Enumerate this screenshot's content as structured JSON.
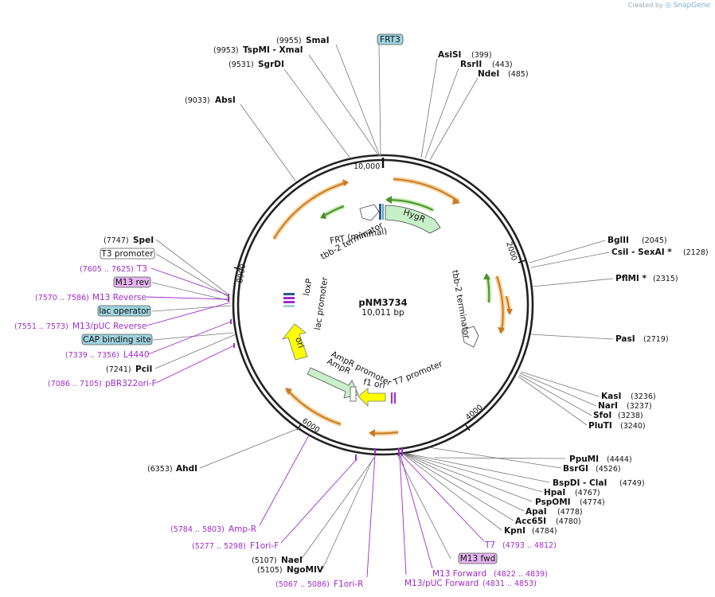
{
  "credit": {
    "prefix": "Created by",
    "brand": "SnapGene"
  },
  "plasmid": {
    "name": "pNM3734",
    "length": "10,011 bp"
  },
  "ticks": [
    "10,000",
    "2000",
    "4000",
    "6000",
    "8000"
  ],
  "sites_right": [
    {
      "name": "AsiSI",
      "pos": "(399)"
    },
    {
      "name": "RsrII",
      "pos": "(443)"
    },
    {
      "name": "NdeI",
      "pos": "(485)"
    },
    {
      "name": "BglII",
      "pos": "(2045)"
    },
    {
      "name": "CsiI - SexAI *",
      "pos": "(2128)"
    },
    {
      "name": "PflMI *",
      "pos": "(2315)"
    },
    {
      "name": "PasI",
      "pos": "(2719)"
    },
    {
      "name": "KasI",
      "pos": "(3236)"
    },
    {
      "name": "NarI",
      "pos": "(3237)"
    },
    {
      "name": "SfoI",
      "pos": "(3238)"
    },
    {
      "name": "PluTI",
      "pos": "(3240)"
    },
    {
      "name": "PpuMI",
      "pos": "(4444)"
    },
    {
      "name": "BsrGI",
      "pos": "(4526)"
    },
    {
      "name": "BspDI - ClaI",
      "pos": "(4749)"
    },
    {
      "name": "HpaI",
      "pos": "(4767)"
    },
    {
      "name": "PspOMI",
      "pos": "(4774)"
    },
    {
      "name": "ApaI",
      "pos": "(4778)"
    },
    {
      "name": "Acc65I",
      "pos": "(4780)"
    },
    {
      "name": "KpnI",
      "pos": "(4784)"
    }
  ],
  "sites_left": [
    {
      "name": "SmaI",
      "pos": "(9955)"
    },
    {
      "name": "TspMI - XmaI",
      "pos": "(9953)"
    },
    {
      "name": "SgrDI",
      "pos": "(9531)"
    },
    {
      "name": "AbsI",
      "pos": "(9033)"
    },
    {
      "name": "SpeI",
      "pos": "(7747)"
    },
    {
      "name": "PciI",
      "pos": "(7241)"
    },
    {
      "name": "AhdI",
      "pos": "(6353)"
    },
    {
      "name": "NaeI",
      "pos": "(5107)"
    },
    {
      "name": "NgoMIV",
      "pos": "(5105)"
    }
  ],
  "primers": [
    {
      "name": "T3",
      "pos": "(7605 .. 7625)"
    },
    {
      "name": "M13 Reverse",
      "pos": "(7570 .. 7586)"
    },
    {
      "name": "M13/pUC Reverse",
      "pos": "(7551 .. 7573)"
    },
    {
      "name": "L4440",
      "pos": "(7339 .. 7356)"
    },
    {
      "name": "pBR322ori-F",
      "pos": "(7086 .. 7105)"
    },
    {
      "name": "Amp-R",
      "pos": "(5784 .. 5803)"
    },
    {
      "name": "F1ori-F",
      "pos": "(5277 .. 5298)"
    },
    {
      "name": "F1ori-R",
      "pos": "(5067 .. 5086)"
    },
    {
      "name": "M13/pUC Forward",
      "pos": "(4831 .. 4853)"
    },
    {
      "name": "M13 Forward",
      "pos": "(4822 .. 4839)"
    },
    {
      "name": "T7",
      "pos": "(4793 .. 4812)"
    }
  ],
  "boxes": {
    "frt3": "FRT3",
    "t3_promoter": "T3 promoter",
    "m13_rev": "M13 rev",
    "lac_operator": "lac operator",
    "cap_site": "CAP binding site",
    "m13_fwd": "M13 fwd"
  },
  "features": {
    "hygr": "HygR",
    "frt_minimal": "FRT (minimal)",
    "tbb2_term_left": "tbb-2 terminator",
    "tbb2_term_right": "tbb-2 terminator",
    "loxp": "loxP",
    "lac_promoter": "lac promoter",
    "ori": "ori",
    "ampr_promoter": "AmpR promoter",
    "ampr": "AmpR",
    "f1_ori": "f1 ori",
    "t7_promoter": "T7 promoter"
  },
  "colors": {
    "orange": "#e8882c",
    "green": "#6fbf3a",
    "hygr_fill": "#c8f0c8",
    "ori_fill": "#ffff00",
    "primer": "#a02bcb",
    "box_blue": "#9fd3df",
    "box_purple": "#e5b5f0"
  }
}
